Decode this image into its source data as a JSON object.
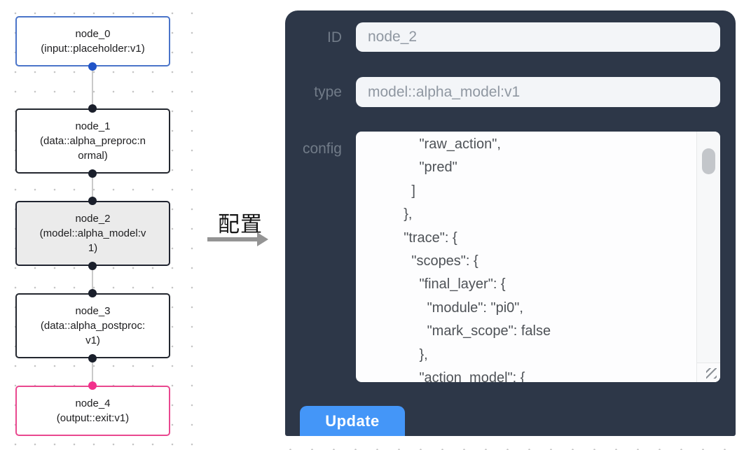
{
  "canvas": {
    "nodes": [
      {
        "title": "node_0",
        "subtitle": "(input::placeholder:v1)",
        "kind": "input",
        "selected": false
      },
      {
        "title": "node_1",
        "subtitle": "(data::alpha_preproc:normal)",
        "kind": "data",
        "selected": false
      },
      {
        "title": "node_2",
        "subtitle": "(model::alpha_model:v1)",
        "kind": "model",
        "selected": true
      },
      {
        "title": "node_3",
        "subtitle": "(data::alpha_postproc:v1)",
        "kind": "data",
        "selected": false
      },
      {
        "title": "node_4",
        "subtitle": "(output::exit:v1)",
        "kind": "output",
        "selected": false
      }
    ]
  },
  "transition": {
    "label": "配置"
  },
  "panel": {
    "id_label": "ID",
    "id_value": "node_2",
    "type_label": "type",
    "type_value": "model::alpha_model:v1",
    "config_label": "config",
    "config_value": "        \"raw_action\",\n        \"pred\"\n      ]\n    },\n    \"trace\": {\n      \"scopes\": {\n        \"final_layer\": {\n          \"module\": \"pi0\",\n          \"mark_scope\": false\n        },\n        \"action_model\": {",
    "update_label": "Update"
  },
  "colors": {
    "panel_bg": "#2d3748",
    "button_blue": "#4496f8",
    "input_node_border": "#4a74c9",
    "output_node_border": "#e9488f",
    "default_node_border": "#23272f",
    "selected_node_bg": "#ebebeb",
    "port_blue": "#2054c8",
    "port_dark": "#1a1f2b",
    "port_pink": "#f2308c",
    "edge_gray": "#c9c9c9",
    "grid_dot": "#c5c5c5"
  }
}
